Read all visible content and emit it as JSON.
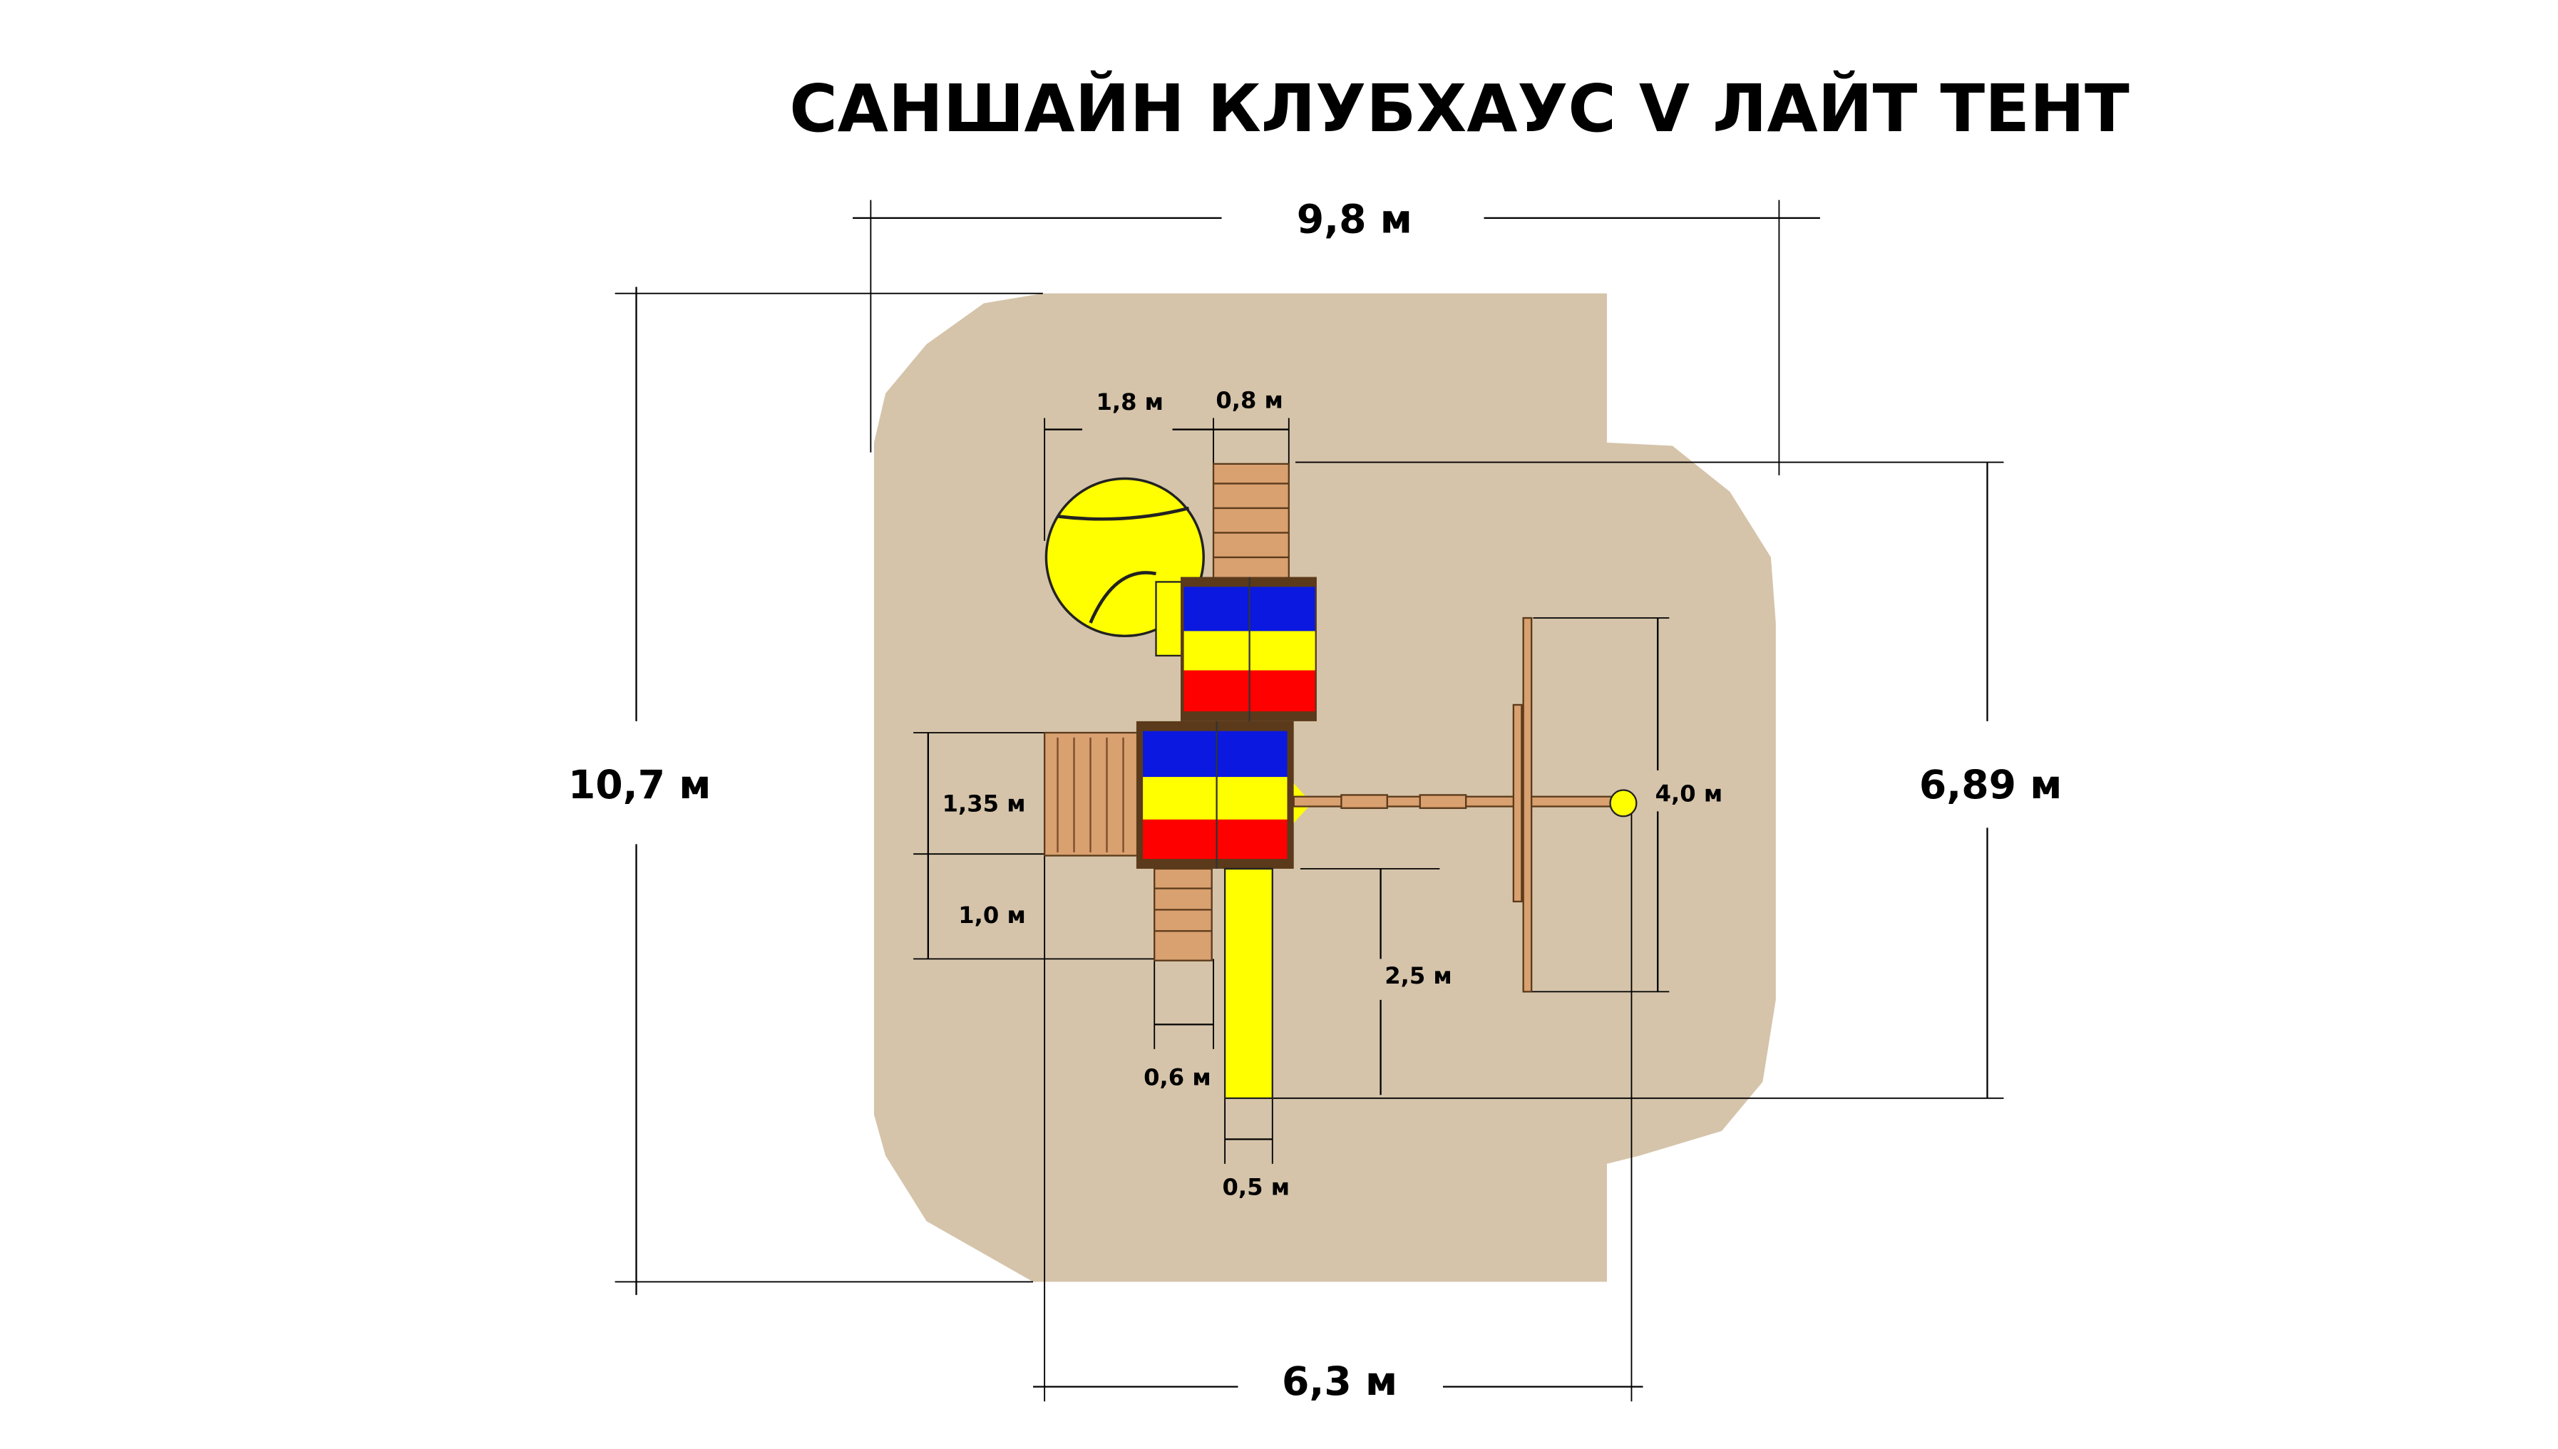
{
  "title": "САНШАЙН КЛУБХАУС V ЛАЙТ ТЕНТ",
  "dimensions": {
    "overall_width": "9,8 м",
    "overall_length": "10,7 м",
    "equipment_width": "6,3 м",
    "equipment_length": "6,89 м",
    "spiral_slide_offset": "1,8 м",
    "top_ladder_width": "0,8 м",
    "climbing_wall_width": "1,35 м",
    "lower_offset": "1,0 м",
    "bottom_ladder_width": "0,6 м",
    "slide_width": "0,5 м",
    "slide_length": "2,5 м",
    "swing_beam_length": "4,0 м"
  },
  "colors": {
    "ground": "#d5c4aa",
    "blue": "#0a18e0",
    "yellow": "#ffff00",
    "red": "#ff0000"
  }
}
